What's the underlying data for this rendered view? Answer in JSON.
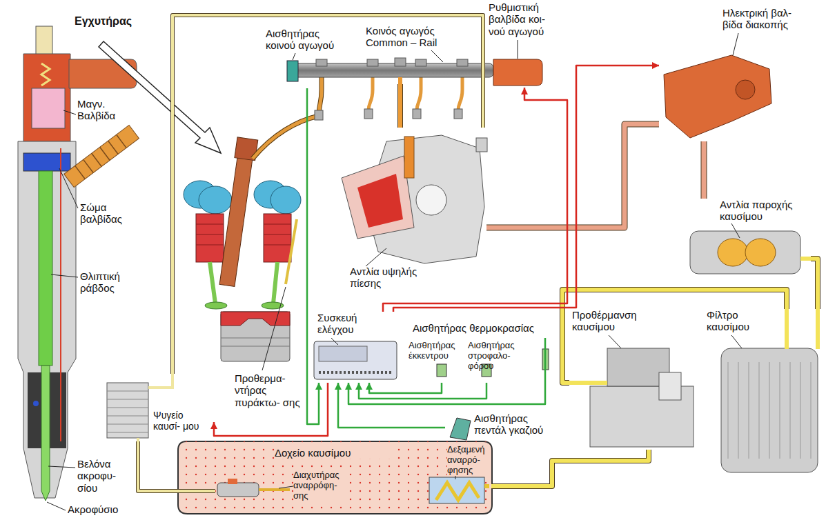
{
  "diagram": {
    "nodes": [
      {
        "text": [
          "Δοχείο καυσίμου"
        ]
      },
      {
        "text": [
          "Δεξαμενή αναρρό- φησης"
        ],
        "in": 0
      },
      {
        "text": [
          "Διαχυτήρας αναρρόφη- σης"
        ],
        "in": 0
      },
      {
        "text": [
          "Ψυγείο καυσί- μου"
        ]
      },
      {
        "text": [
          "Προθέρμανση καυσίμου"
        ]
      },
      {
        "text": [
          "Φίλτρο καυσίμου"
        ]
      },
      {
        "text": [
          "Αντλία παροχής καυσίμου"
        ]
      },
      {
        "text": [
          "Ηλεκτρική βαλ- βίδα διακοπής"
        ]
      },
      {
        "text": [
          "Αντλία υψηλής πίεσης"
        ]
      },
      {
        "text": [
          "Κοινός αγωγός Common – Rail"
        ]
      },
      {
        "text": [
          "Ρυθμιστική βαλβίδα κοι- νού αγωγού"
        ]
      },
      {
        "text": [
          "Αισθητήρας κοινού αγωγού"
        ]
      },
      {
        "text": [
          "Συσκευή ελέγχου"
        ]
      },
      {
        "text": [
          "Αισθητήρας θερμοκρασίας"
        ]
      },
      {
        "text": [
          "Αισθητήρας έκκεντρου"
        ]
      },
      {
        "text": [
          "Αισθητήρας στροφαλο- φόρου"
        ]
      },
      {
        "text": [
          "Αισθητήρας πεντάλ γκαζιού"
        ]
      },
      {
        "text": [
          "Προθερμα- ντήρας πυράκτω- σης"
        ]
      }
    ],
    "edges": [
      {
        "from": 1,
        "to": 4,
        "arrow": "none"
      },
      {
        "from": 4,
        "to": 5,
        "arrow": "none"
      },
      {
        "from": 5,
        "to": 6,
        "arrow": "none"
      },
      {
        "from": 6,
        "to": 7,
        "arrow": "none"
      },
      {
        "from": 7,
        "to": 8,
        "arrow": "none"
      },
      {
        "from": 8,
        "to": 9,
        "arrow": "none"
      },
      {
        "from": 8,
        "to": 3,
        "arrow": "none"
      },
      {
        "from": 3,
        "to": 2,
        "arrow": "none"
      },
      {
        "from": 12,
        "to": 10,
        "arrow": "to"
      },
      {
        "from": 12,
        "to": 7,
        "arrow": "to"
      },
      {
        "from": 12,
        "to": 17,
        "arrow": "to"
      },
      {
        "from": 11,
        "to": 12,
        "arrow": "to"
      },
      {
        "from": 13,
        "to": 12,
        "arrow": "to"
      },
      {
        "from": 14,
        "to": 12,
        "arrow": "to"
      },
      {
        "from": 15,
        "to": 12,
        "arrow": "to"
      },
      {
        "from": 16,
        "to": 12,
        "arrow": "to"
      }
    ],
    "labels": [
      "Εγχυτήρας",
      "Μαγν. Βαλβίδα",
      "Σώμα βαλβίδας",
      "Θλιπτική ράβδος",
      "Βελόνα ακροφυ- σίου",
      "Ακροφύσιο"
    ]
  }
}
